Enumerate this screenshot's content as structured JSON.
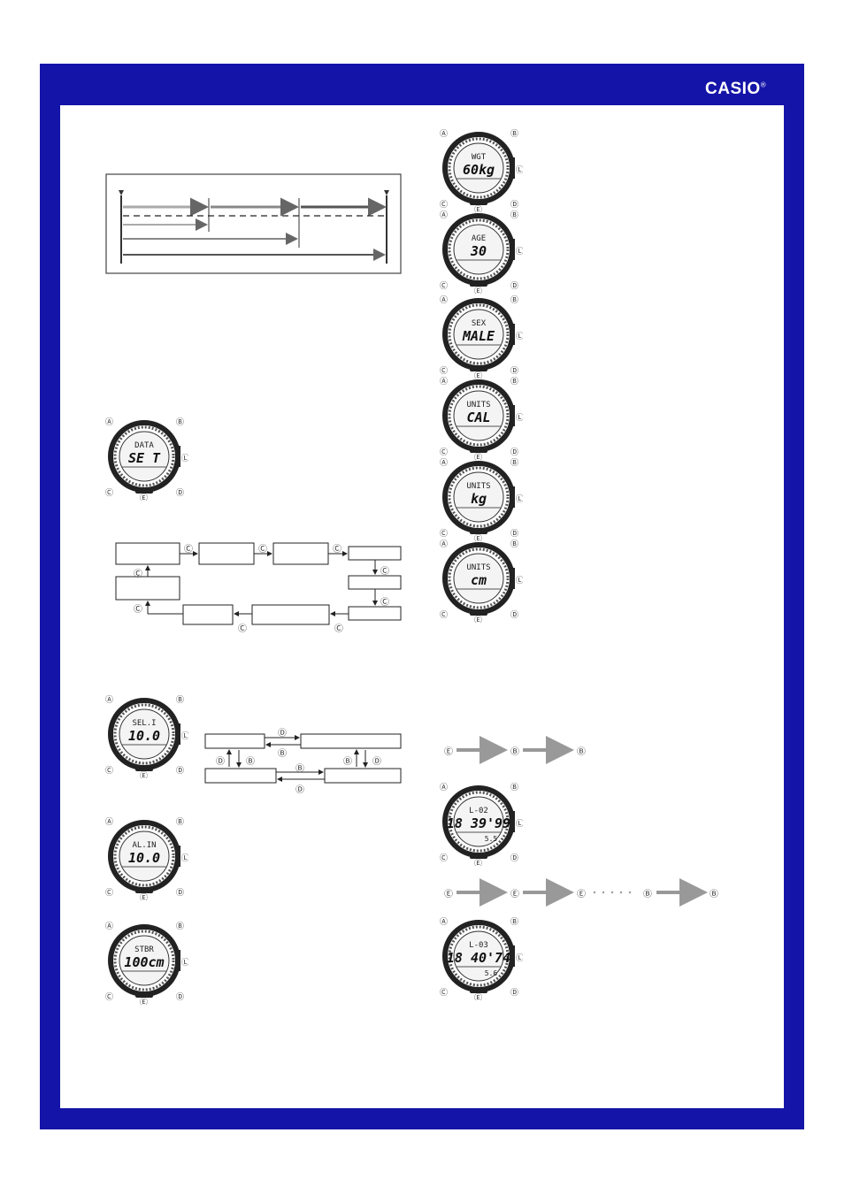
{
  "header": {
    "brand": "CASIO",
    "registered": "®"
  },
  "buttons": {
    "a": "Ⓐ",
    "b": "Ⓑ",
    "c": "Ⓒ",
    "d": "Ⓓ",
    "e": "Ⓔ",
    "l": "Ⓛ"
  },
  "watches": [
    {
      "id": "data-set",
      "top": "DATA",
      "main": "SE T"
    },
    {
      "id": "sel-interval",
      "top": "SEL.I",
      "main": "10.0"
    },
    {
      "id": "alarm-interval",
      "top": "AL.IN",
      "main": "10.0"
    },
    {
      "id": "stride",
      "top": "STBR",
      "main": "100cm"
    },
    {
      "id": "weight",
      "top": "WGT",
      "main": "60kg"
    },
    {
      "id": "age",
      "top": "AGE",
      "main": "30"
    },
    {
      "id": "sex",
      "top": "SEX",
      "main": "MALE"
    },
    {
      "id": "units-cal",
      "top": "UNITS",
      "main": "CAL"
    },
    {
      "id": "units-kg",
      "top": "UNITS",
      "main": "kg"
    },
    {
      "id": "units-cm",
      "top": "UNITS",
      "main": "cm"
    },
    {
      "id": "lap-02",
      "top": "L-02",
      "main": "18 39'99",
      "sub": "5.5"
    },
    {
      "id": "lap-03",
      "top": "L-03",
      "main": "18 40'74",
      "sub": "5.6"
    }
  ]
}
